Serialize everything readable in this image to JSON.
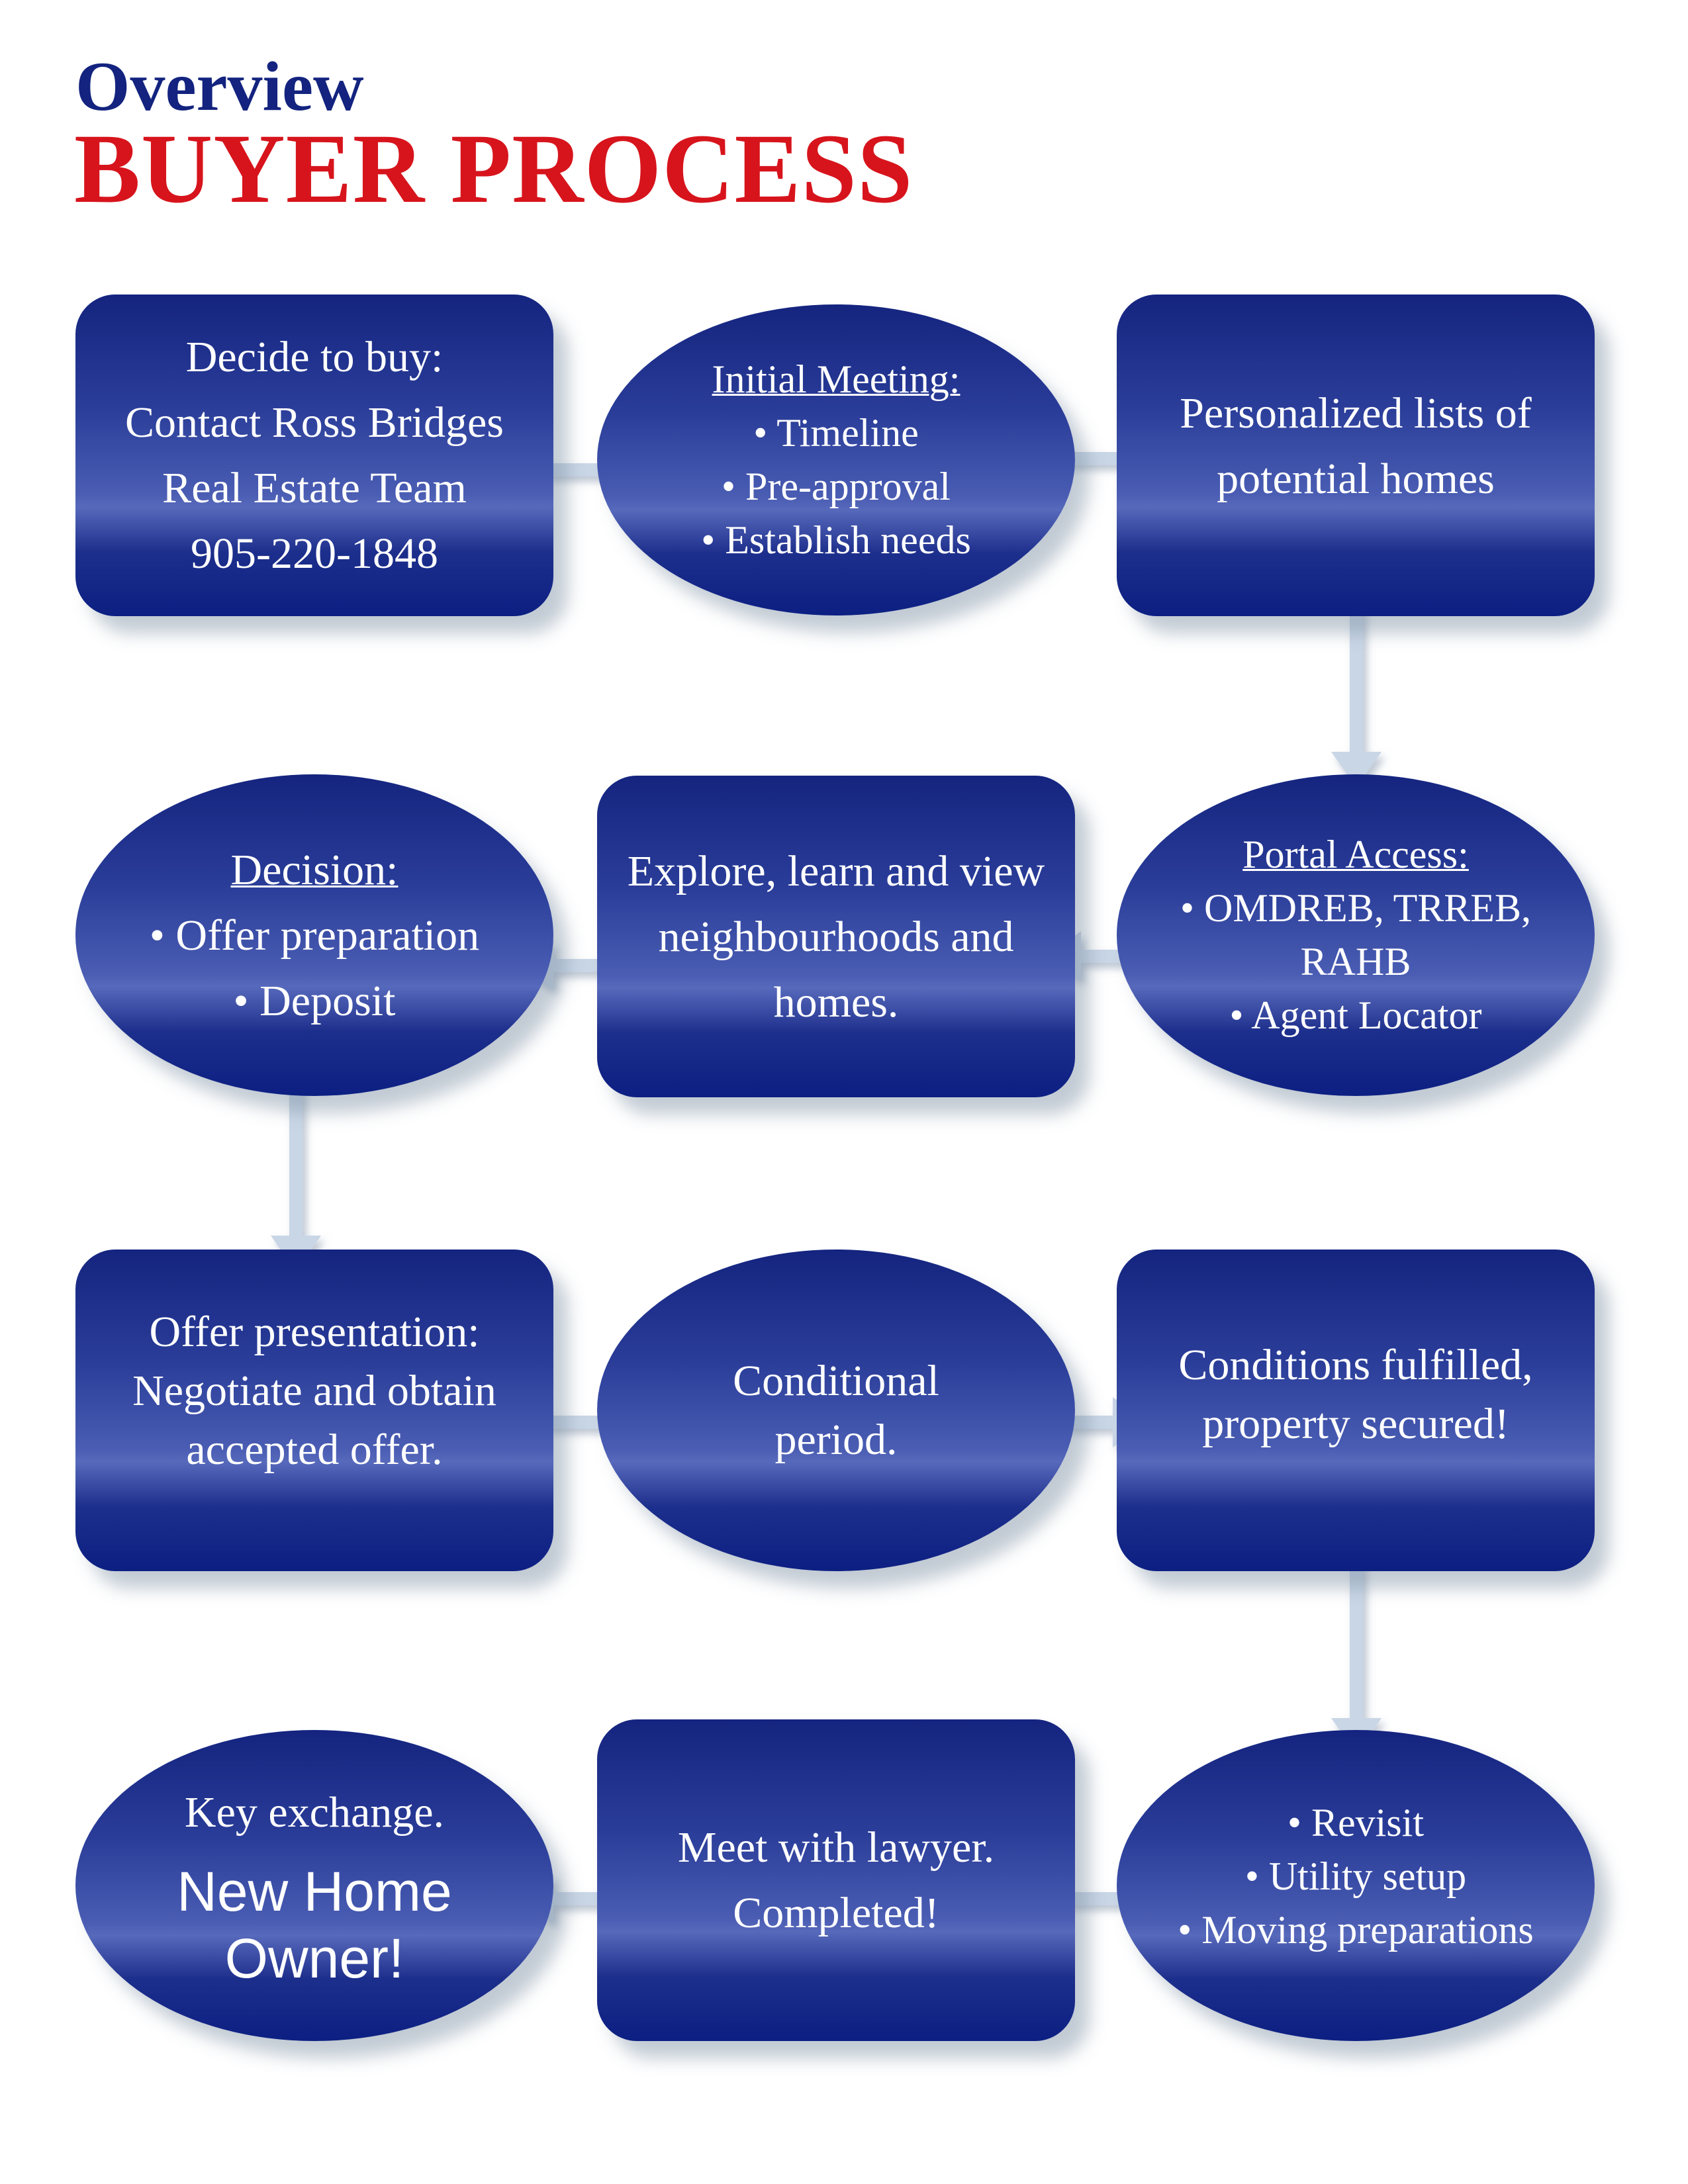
{
  "header": {
    "overview": "Overview",
    "title": "BUYER PROCESS"
  },
  "colors": {
    "navy": "#13237f",
    "red": "#d7141c",
    "arrow": "#c9d6e6"
  },
  "steps": {
    "decide": [
      "Decide to buy:",
      "Contact Ross Bridges",
      "Real Estate Team",
      "905-220-1848"
    ],
    "initial_meeting": {
      "heading": "Initial Meeting:",
      "items": [
        "• Timeline",
        "•   Pre-approval",
        "•    Establish needs"
      ]
    },
    "lists": [
      "Personalized lists of",
      "potential homes"
    ],
    "portal": {
      "heading": "Portal Access:",
      "items": [
        "• OMDREB, TRREB,",
        "RAHB",
        "•   Agent Locator"
      ]
    },
    "explore": [
      "Explore, learn and view",
      "neighbourhoods and",
      "homes."
    ],
    "decision": {
      "heading": "Decision:",
      "items": [
        "•  Offer preparation",
        "• Deposit"
      ]
    },
    "offer": [
      "Offer presentation:",
      "Negotiate and obtain",
      "accepted offer."
    ],
    "conditional": [
      "Conditional",
      "period."
    ],
    "fulfilled": [
      "Conditions fulfilled,",
      "property secured!"
    ],
    "moving": [
      "•  Revisit",
      "• Utility setup",
      "•   Moving preparations"
    ],
    "lawyer": [
      "Meet with lawyer.",
      "Completed!"
    ],
    "key": {
      "line": "Key exchange.",
      "highlight": [
        "New Home",
        "Owner!"
      ]
    }
  }
}
